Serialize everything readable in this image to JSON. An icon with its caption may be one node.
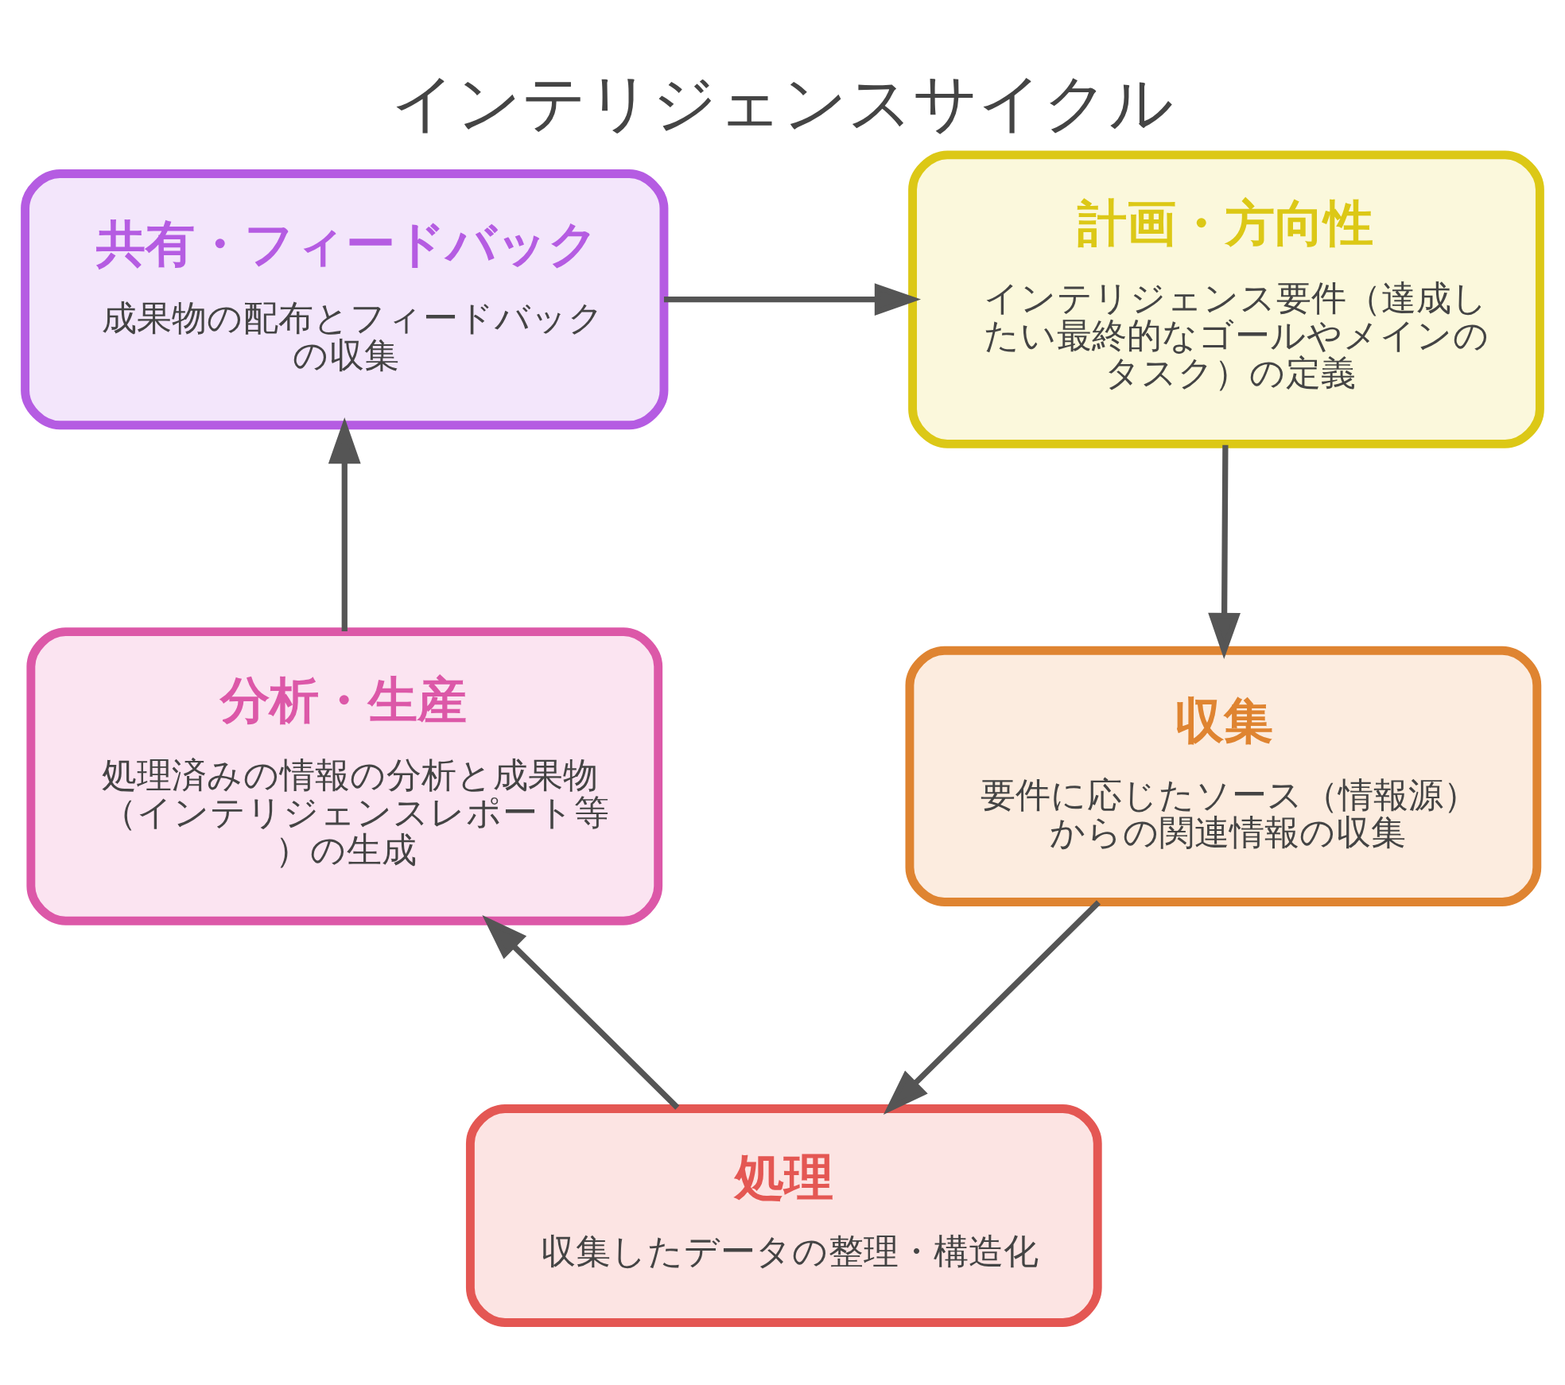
{
  "diagram": {
    "title": "インテリジェンスサイクル",
    "nodes": [
      {
        "text": [
          "計画・方向性",
          "インテリジェンス要件（達成したい最終的なゴールやメインのタスク）の定義"
        ]
      },
      {
        "text": [
          "収集",
          "要件に応じたソース（情報源）からの関連情報の収集"
        ]
      },
      {
        "text": [
          "処理",
          "収集したデータの整理・構造化"
        ]
      },
      {
        "text": [
          "分析・生産",
          "処理済みの情報の分析と成果物（インテリジェンスレポート等）の生成"
        ]
      },
      {
        "text": [
          "共有・フィードバック",
          "成果物の配布とフィードバックの収集"
        ]
      }
    ],
    "edges": [
      {
        "from": 0,
        "to": 1,
        "arrow": "to"
      },
      {
        "from": 1,
        "to": 2,
        "arrow": "to"
      },
      {
        "from": 2,
        "to": 3,
        "arrow": "to"
      },
      {
        "from": 3,
        "to": 4,
        "arrow": "to"
      },
      {
        "from": 4,
        "to": 0,
        "arrow": "to"
      }
    ]
  }
}
